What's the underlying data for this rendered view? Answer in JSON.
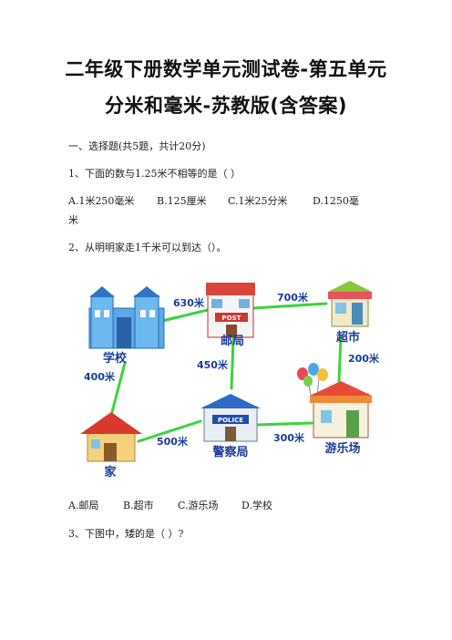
{
  "title": {
    "line1": "二年级下册数学单元测试卷-第五单元",
    "line2": "分米和毫米-苏教版(含答案)"
  },
  "section": "一、选择题(共5题，共计20分)",
  "q1": {
    "stem": "1、下面的数与1.25米不相等的是（          ）",
    "options": [
      "A.1米250毫米",
      "B.125厘米",
      "C.1米25分米",
      "D.1250毫"
    ],
    "wrap": "米"
  },
  "q2": {
    "stem": "2、从明明家走1千米可以到达（）。",
    "map": {
      "places": [
        "学校",
        "邮局",
        "超市",
        "游乐场",
        "警察局",
        "家"
      ],
      "distances": [
        "630米",
        "700米",
        "400米",
        "450米",
        "200米",
        "500米",
        "300米"
      ],
      "signs": [
        "POST",
        "POLICE"
      ],
      "road_color": "#3ad43a",
      "label_color": "#1a3c9c"
    },
    "options": [
      "A.邮局",
      "B.超市",
      "C.游乐场",
      "D.学校"
    ]
  },
  "q3": {
    "stem": "3、下图中，矮的是（          ）?"
  }
}
